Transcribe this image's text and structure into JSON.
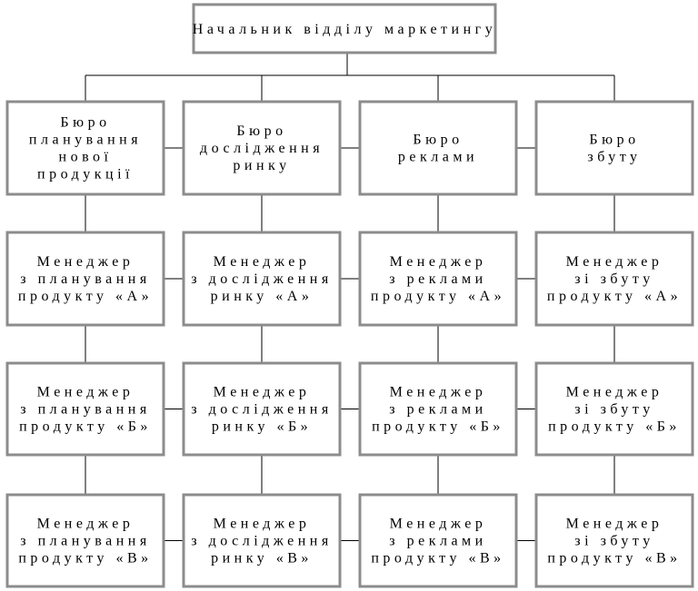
{
  "head": {
    "label": "Начальник відділу маркетингу"
  },
  "columns": [
    {
      "bureau": [
        "Бюро",
        "планування",
        "нової",
        "продукції"
      ],
      "managers": [
        [
          "Менеджер",
          "з планування",
          "продукту «А»"
        ],
        [
          "Менеджер",
          "з планування",
          "продукту «Б»"
        ],
        [
          "Менеджер",
          "з планування",
          "продукту «В»"
        ]
      ]
    },
    {
      "bureau": [
        "Бюро",
        "дослідження",
        "ринку"
      ],
      "managers": [
        [
          "Менеджер",
          "з дослідження",
          "ринку «А»"
        ],
        [
          "Менеджер",
          "з дослідження",
          "ринку «Б»"
        ],
        [
          "Менеджер",
          "з дослідження",
          "ринку «В»"
        ]
      ]
    },
    {
      "bureau": [
        "Бюро",
        "реклами"
      ],
      "managers": [
        [
          "Менеджер",
          "з реклами",
          "продукту «А»"
        ],
        [
          "Менеджер",
          "з реклами",
          "продукту «Б»"
        ],
        [
          "Менеджер",
          "з реклами",
          "продукту «В»"
        ]
      ]
    },
    {
      "bureau": [
        "Бюро",
        "збуту"
      ],
      "managers": [
        [
          "Менеджер",
          "зі збуту",
          "продукту «А»"
        ],
        [
          "Менеджер",
          "зі збуту",
          "продукту «Б»"
        ],
        [
          "Менеджер",
          "зі збуту",
          "продукту «В»"
        ]
      ]
    }
  ]
}
